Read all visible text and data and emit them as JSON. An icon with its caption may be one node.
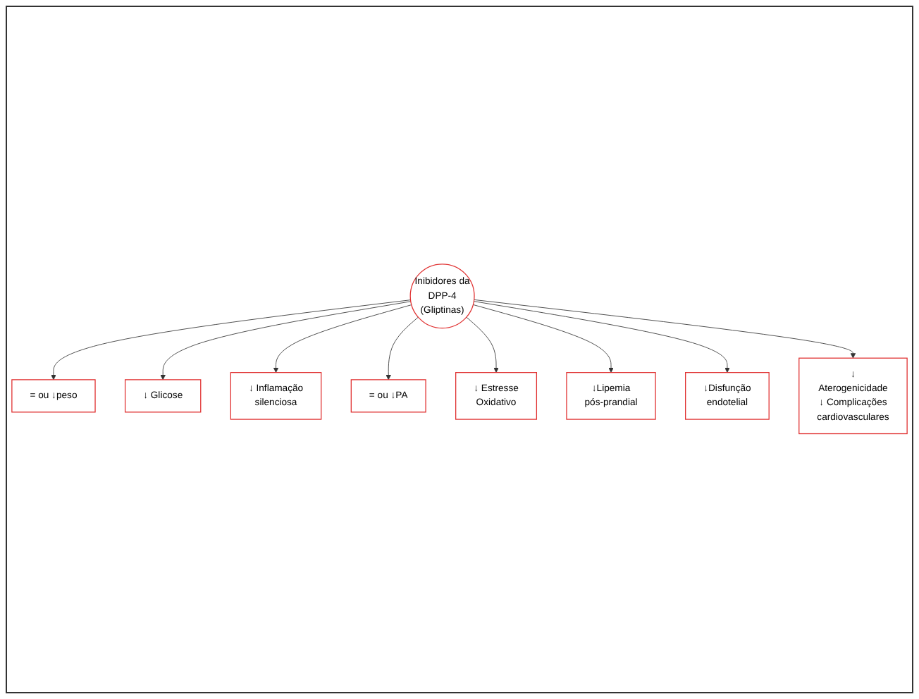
{
  "diagram": {
    "nodes": [
      {
        "text": [
          "= ou ↓peso"
        ]
      },
      {
        "text": [
          "↓ Glicose"
        ]
      },
      {
        "text": [
          "↓ Inflamação silenciosa"
        ]
      },
      {
        "text": [
          "= ou ↓PA"
        ]
      },
      {
        "text": [
          "Inibidores da DPP-4 (Gliptinas)"
        ]
      },
      {
        "text": [
          "↓ Estresse Oxidativo"
        ]
      },
      {
        "text": [
          "↓Lipemia pós-prandial"
        ]
      },
      {
        "text": [
          "↓Disfunção endotelial"
        ]
      },
      {
        "text": [
          "↓ Aterogenicidade",
          "↓ Complicações cardiovasculares"
        ]
      }
    ],
    "edges": [
      {
        "from": 4,
        "to": 0,
        "arrow": "to"
      },
      {
        "from": 4,
        "to": 1,
        "arrow": "to"
      },
      {
        "from": 4,
        "to": 2,
        "arrow": "to"
      },
      {
        "from": 4,
        "to": 3,
        "arrow": "to"
      },
      {
        "from": 4,
        "to": 5,
        "arrow": "to"
      },
      {
        "from": 4,
        "to": 6,
        "arrow": "to"
      },
      {
        "from": 4,
        "to": 7,
        "arrow": "to"
      },
      {
        "from": 4,
        "to": 8,
        "arrow": "to"
      }
    ]
  }
}
